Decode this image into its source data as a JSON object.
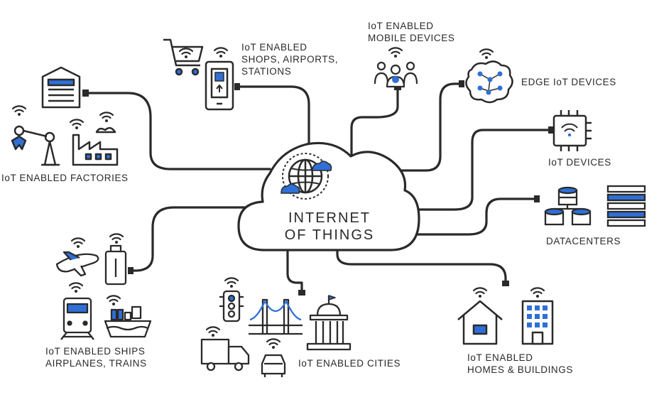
{
  "center": {
    "line1": "INTERNET",
    "line2": "OF THINGS"
  },
  "nodes": {
    "factories": {
      "line1": "IoT ENABLED FACTORIES"
    },
    "shops": {
      "line1": "IoT ENABLED",
      "line2": "SHOPS, AIRPORTS,",
      "line3": "STATIONS"
    },
    "mobile": {
      "line1": "IoT ENABLED",
      "line2": "MOBILE DEVICES"
    },
    "edge": {
      "line1": "EDGE IoT DEVICES"
    },
    "iot_devices": {
      "line1": "IoT DEVICES"
    },
    "datacenters": {
      "line1": "DATACENTERS"
    },
    "transport": {
      "line1": "IoT ENABLED SHIPS",
      "line2": "AIRPLANES, TRAINS"
    },
    "cities": {
      "line1": "IoT ENABLED CITIES"
    },
    "homes": {
      "line1": "IoT ENABLED",
      "line2": "HOMES & BUILDINGS"
    }
  },
  "colors": {
    "stroke": "#2a2a2a",
    "accent": "#2f6fd6"
  }
}
